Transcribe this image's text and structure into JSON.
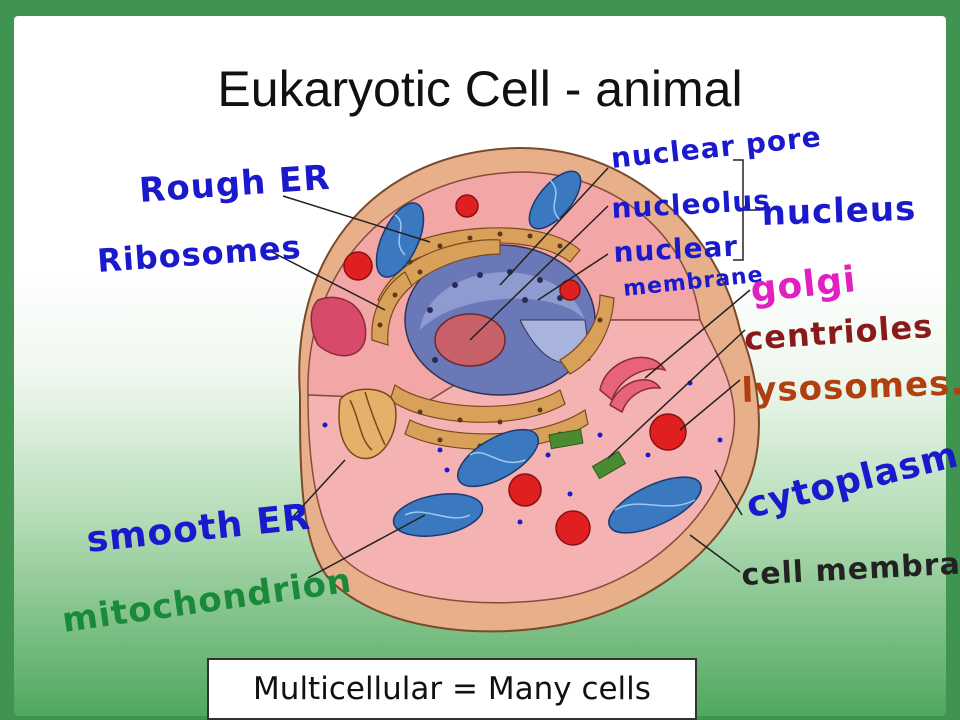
{
  "title": "Eukaryotic Cell - animal",
  "labels": {
    "rough_er": "Rough ER",
    "ribosomes": "Ribosomes",
    "smooth_er": "smooth ER",
    "mitochondrion": "mitochondrion",
    "nuclear_pore": "nuclear pore",
    "nucleolus": "nucleolus",
    "nuclear_membrane_1": "nuclear",
    "nuclear_membrane_2": "membrane",
    "nucleus": "nucleus",
    "golgi": "golgi",
    "centrioles": "centrioles",
    "lysosomes": "lysosomes.",
    "cytoplasm": "cytoplasm",
    "cell_membrane": "cell membrane"
  },
  "caption": "Multicellular = Many cells",
  "colors": {
    "blue_ink": "#1a1acc",
    "green_ink": "#1a8a3a",
    "magenta_ink": "#e020c0",
    "maroon_ink": "#8a1a1a",
    "rust_ink": "#b04010",
    "cytoplasm": "#f2a6a6",
    "cell_membrane": "#e8b08a"
  }
}
